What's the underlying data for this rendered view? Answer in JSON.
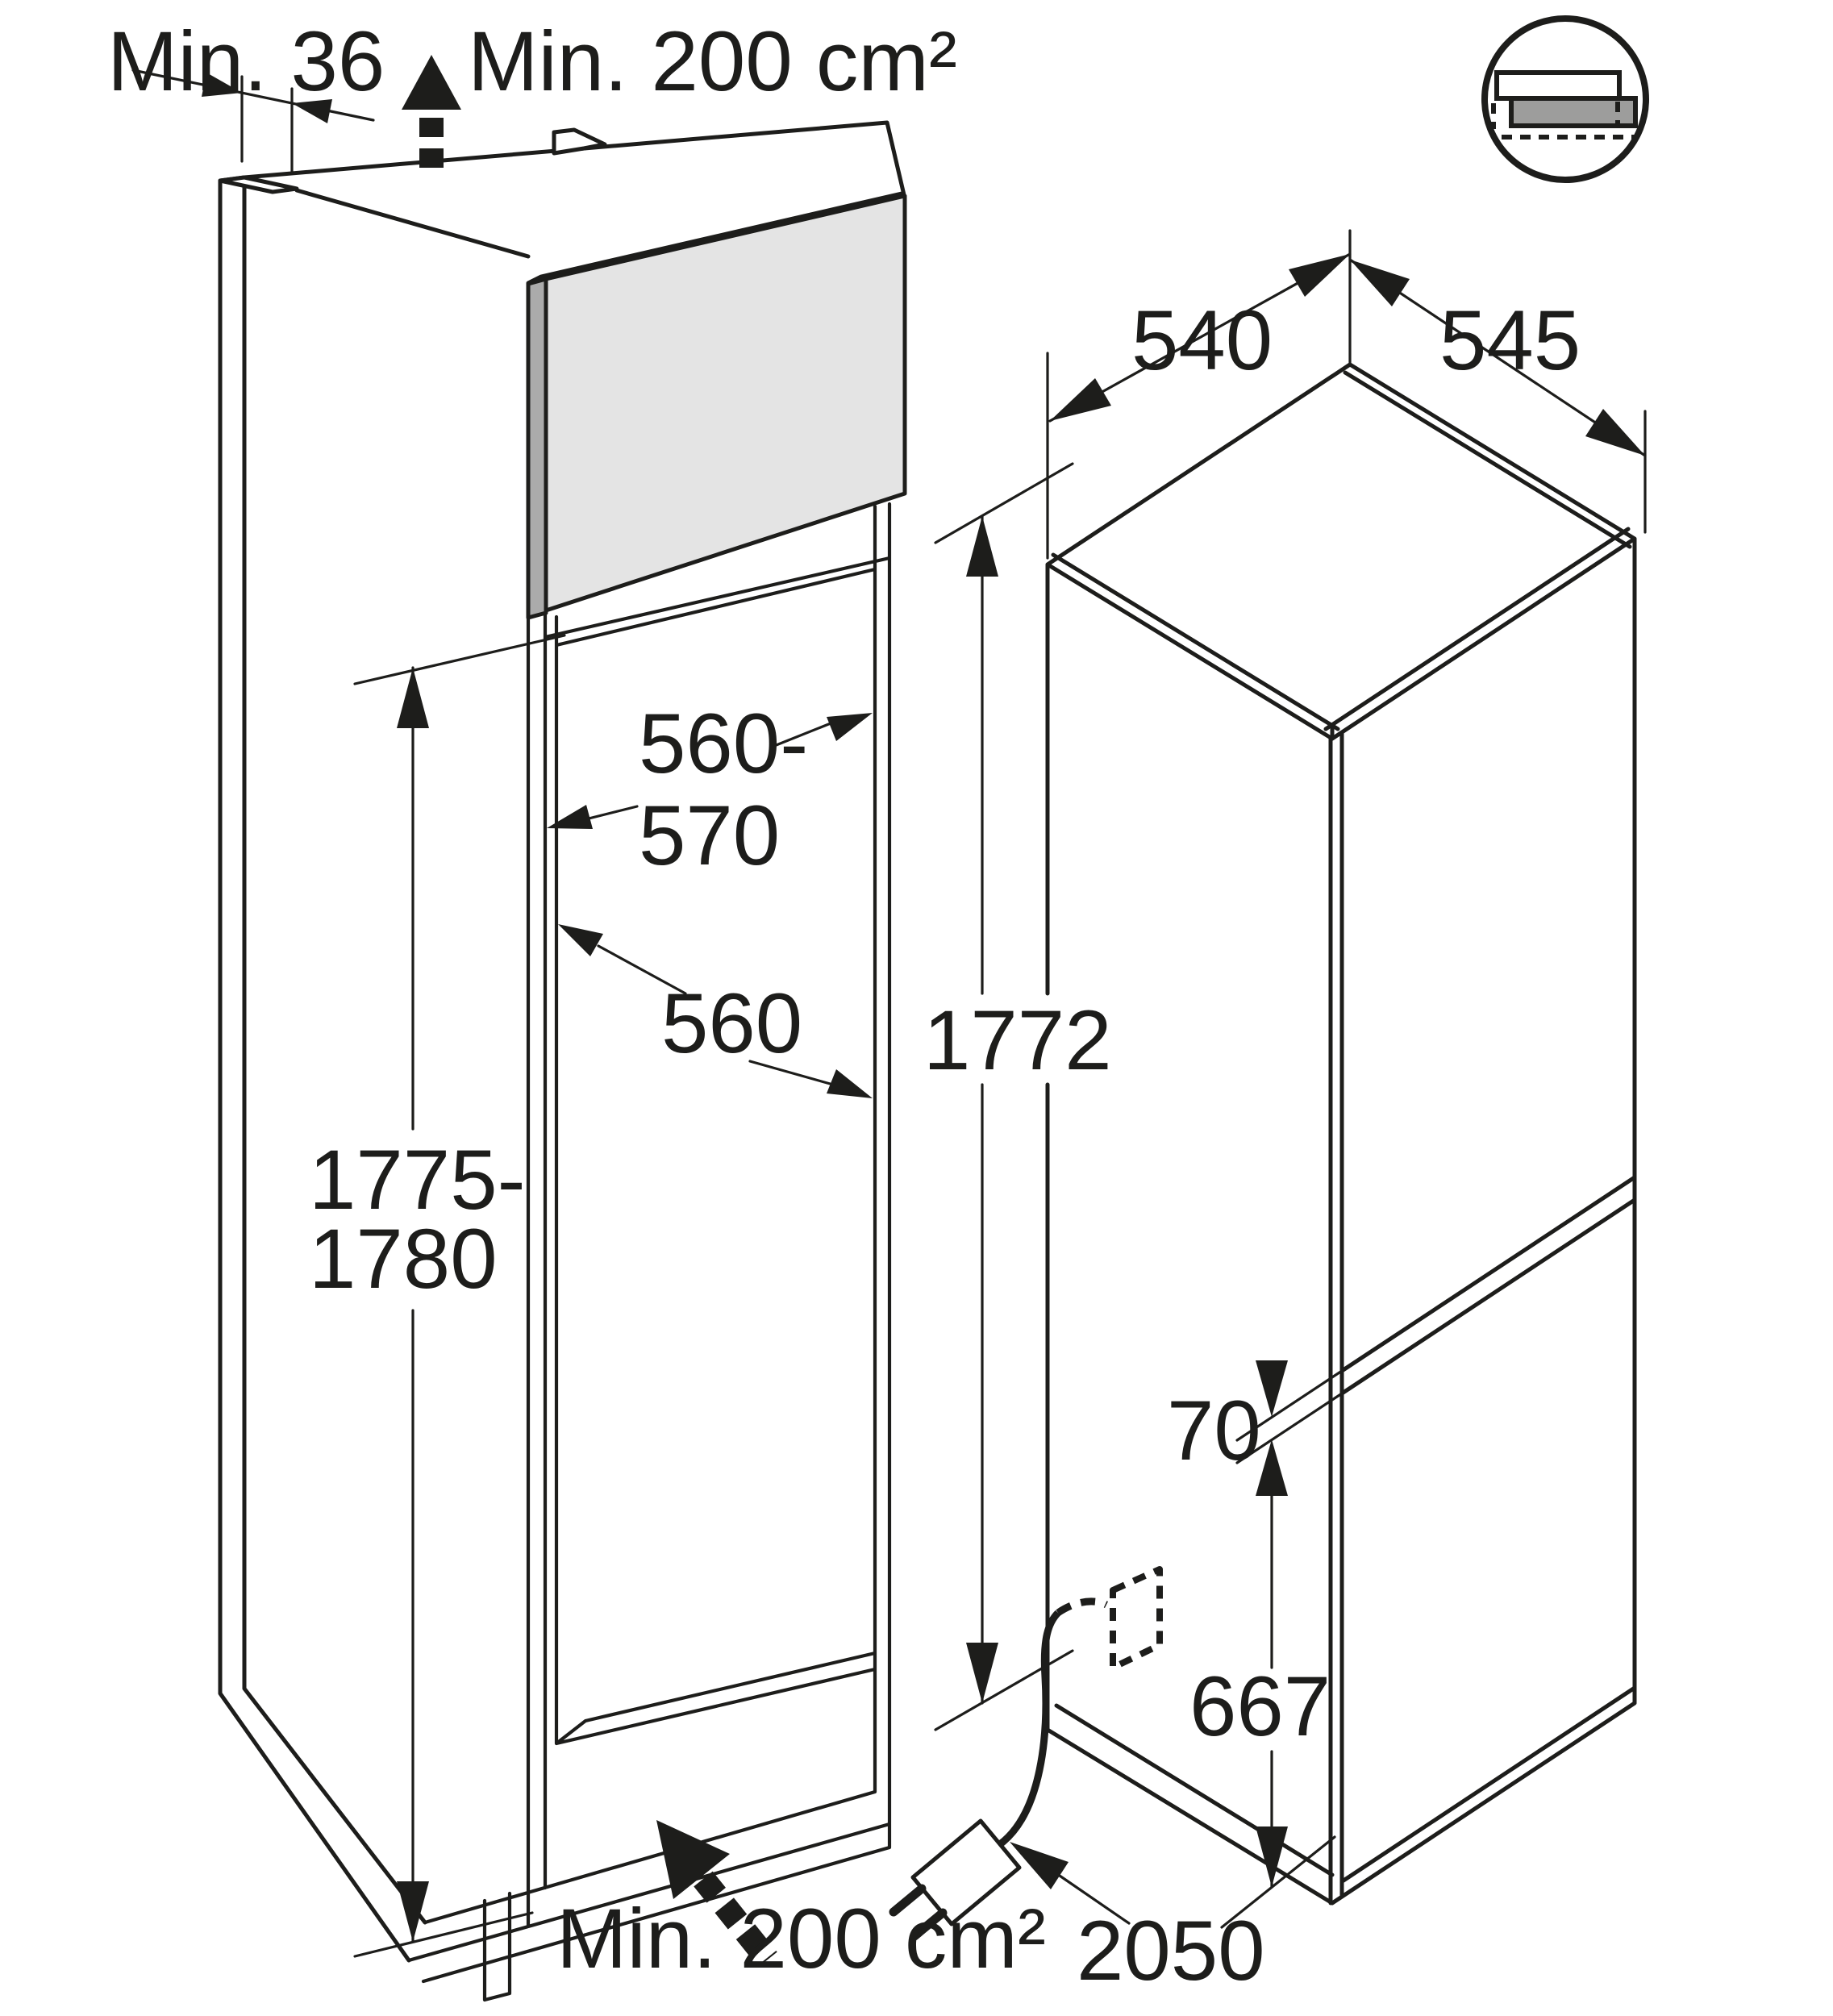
{
  "figure": {
    "description": "Installation dimension drawing for a built-in fridge-freezer: niche cabinet (left) and appliance (right)",
    "niche": {
      "top_clearance": "Min. 36",
      "vent_top": "Min. 200 cm²",
      "width_line1": "560-",
      "width_line2": "570",
      "depth": "560",
      "height_line1": "1775-",
      "height_line2": "1780",
      "vent_bottom": "Min. 200 cm²"
    },
    "appliance": {
      "height": "1772",
      "depth": "540",
      "width": "545",
      "door_gap": "70",
      "lower_door_height": "667",
      "cord_length": "2050"
    },
    "icons": {
      "vent_arrow_top": "airflow-up-arrow",
      "vent_arrow_bottom": "airflow-in-arrow",
      "mounting_icon": "sliding-door-mounting-icon",
      "plug": "power-plug-icon",
      "socket": "socket-position-dashed"
    },
    "colors": {
      "line": "#1d1d1b",
      "filler_panel": "#e4e4e4",
      "filler_panel_edge": "#ababab",
      "icon_door_panel": "#9d9d9c",
      "background": "#ffffff"
    }
  }
}
